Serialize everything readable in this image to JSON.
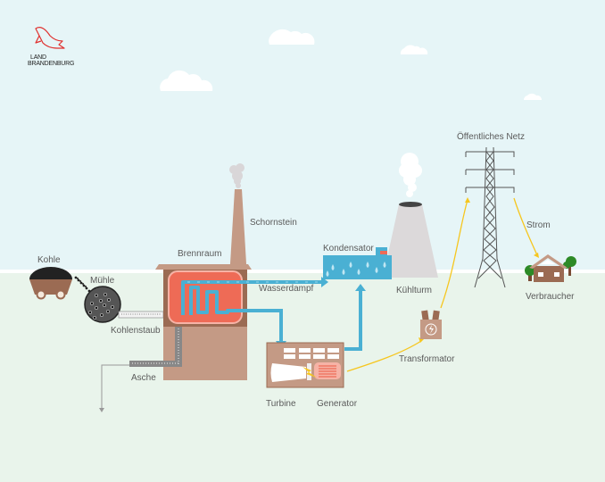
{
  "logo": {
    "line1": "LAND",
    "line2": "BRANDENBURG",
    "icon": "eagle-icon",
    "color": "#e0312f"
  },
  "colors": {
    "sky": "#e6f5f7",
    "ground": "#e9f4eb",
    "horizon": "#ffffff",
    "building": "#c49a85",
    "building_dark": "#9b6b53",
    "furnace": "#ee6b56",
    "water": "#4ab0d3",
    "tower": "#dcd9da",
    "electric": "#f6c61e",
    "coal": "#2a2a2a",
    "tree": "#2d8a26",
    "label": "#5a5a5a"
  },
  "labels": {
    "kohle": "Kohle",
    "muehle": "Mühle",
    "kohlenstaub": "Kohlenstaub",
    "brennraum": "Brennraum",
    "schornstein": "Schornstein",
    "asche": "Asche",
    "wasserdampf": "Wasserdampf",
    "kondensator": "Kondensator",
    "kuehlturm": "Kühlturm",
    "turbine": "Turbine",
    "generator": "Generator",
    "transformator": "Transformator",
    "netz": "Öffentliches Netz",
    "strom": "Strom",
    "verbraucher": "Verbraucher"
  },
  "flow": [
    {
      "from": "Kohle",
      "to": "Mühle",
      "medium": "coal"
    },
    {
      "from": "Mühle",
      "to": "Brennraum",
      "medium": "Kohlenstaub"
    },
    {
      "from": "Brennraum",
      "to": "Asche",
      "medium": "ash"
    },
    {
      "from": "Brennraum",
      "to": "Schornstein",
      "medium": "smoke"
    },
    {
      "from": "Brennraum",
      "to": "Kondensator",
      "medium": "Wasserdampf"
    },
    {
      "from": "Brennraum",
      "to": "Turbine",
      "medium": "Wasserdampf"
    },
    {
      "from": "Turbine",
      "to": "Kondensator",
      "medium": "water"
    },
    {
      "from": "Kondensator",
      "to": "Kühlturm",
      "medium": "water"
    },
    {
      "from": "Generator",
      "to": "Transformator",
      "medium": "electricity"
    },
    {
      "from": "Transformator",
      "to": "Öffentliches Netz",
      "medium": "electricity"
    },
    {
      "from": "Öffentliches Netz",
      "to": "Verbraucher",
      "medium": "Strom"
    }
  ]
}
